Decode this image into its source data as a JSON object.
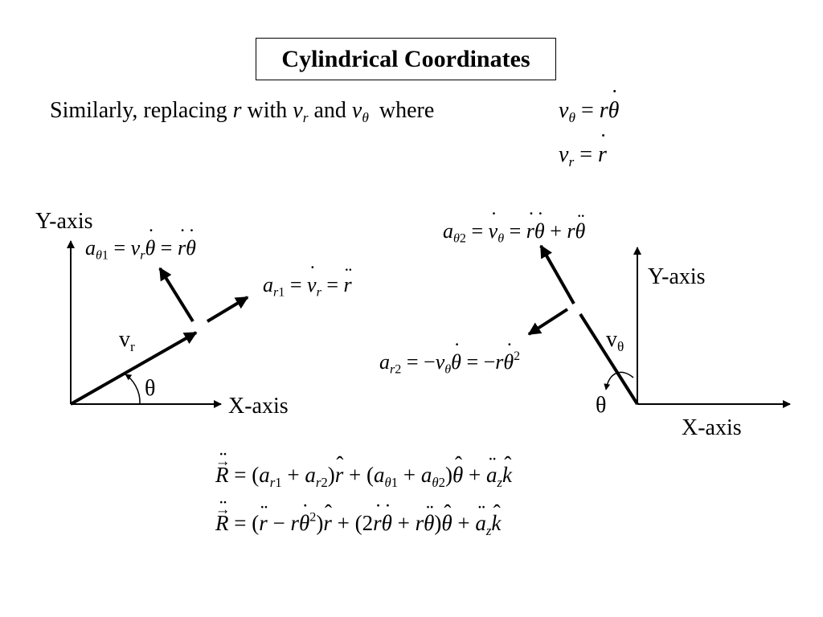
{
  "title": "Cylindrical Coordinates",
  "intro": {
    "similarly": "Similarly, replacing",
    "r": "r",
    "with": "with",
    "v": "v",
    "r_sub": "r",
    "and": "and",
    "theta_sub": "θ",
    "where": "where"
  },
  "left_diagram": {
    "y_axis_label": "Y-axis",
    "x_axis_label": "X-axis",
    "vr_label": "v",
    "vr_sub": "r",
    "theta_label": "θ"
  },
  "right_diagram": {
    "y_axis_label": "Y-axis",
    "x_axis_label": "X-axis",
    "vtheta_label": "v",
    "vtheta_sub": "θ",
    "theta_label": "θ"
  },
  "equations": {
    "v_theta": "vθ = rθ̇",
    "v_r": "vr = ṙ",
    "a_theta1": "aθ1 = vrθ̇ = ṙθ̇",
    "a_r1": "ar1 = v̇r = r̈",
    "a_theta2": "aθ2 = v̇θ = ṙθ̇ + rθ̈",
    "a_r2": "ar2 = −vθθ̇ = −rθ̇²",
    "R_ddot_1": "R̈ = (ar1 + ar2)r̂ + (aθ1 + aθ2)θ̂ + z̈k̂",
    "R_ddot_2": "R̈ = (r̈ − rθ̇²)r̂ + (2ṙθ̇ + rθ̈)θ̂ + z̈k̂"
  }
}
